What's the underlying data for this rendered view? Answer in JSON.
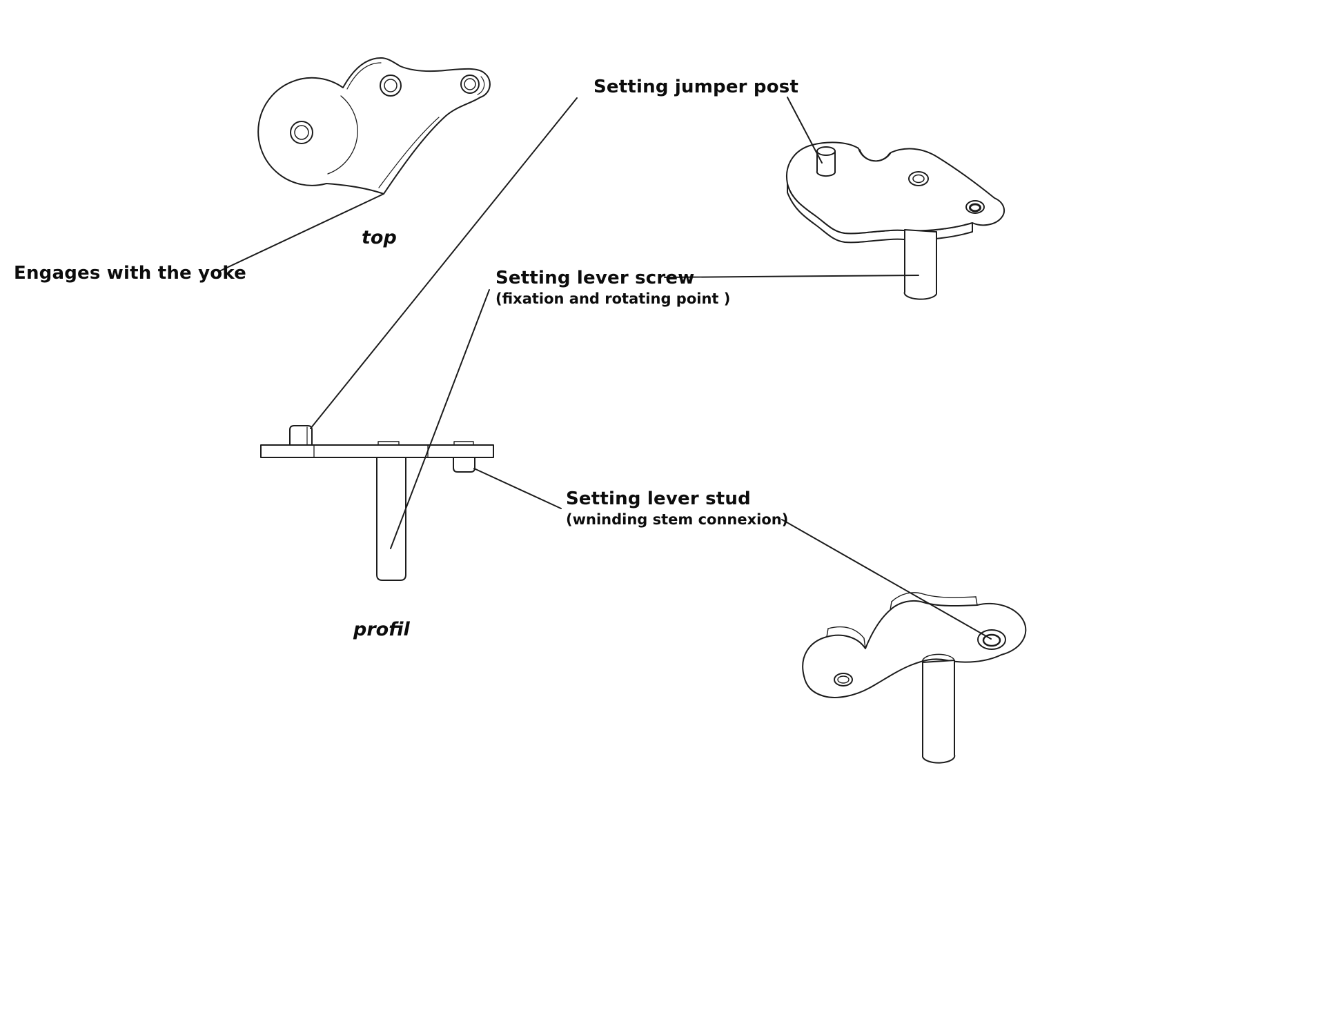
{
  "canvas": {
    "background": "#ffffff",
    "line_color": "#1c1c1c"
  },
  "annotations": {
    "engages_yoke": {
      "text": "Engages with the yoke"
    },
    "jumper_post": {
      "text": "Setting jumper post"
    },
    "lever_screw": {
      "text": "Setting lever screw",
      "subtext": "(fixation and rotating point )"
    },
    "lever_stud": {
      "text": "Setting lever stud",
      "subtext": "(wninding stem connexion)"
    }
  },
  "views": {
    "top_view": {
      "caption": "top"
    },
    "profile_view": {
      "caption": "profil"
    }
  }
}
